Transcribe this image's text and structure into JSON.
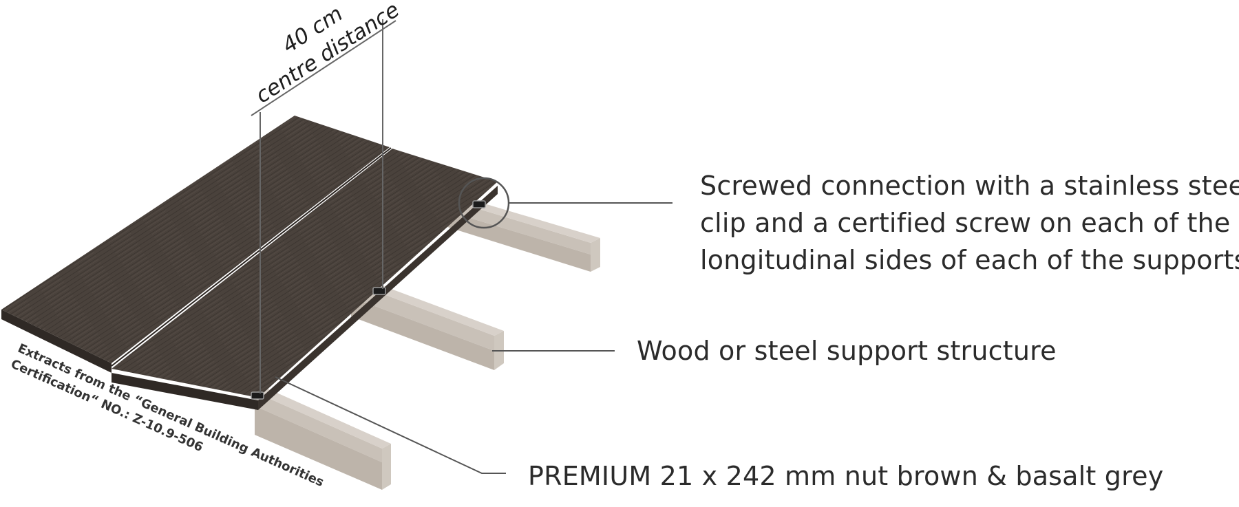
{
  "dimension": {
    "value_label": "40 cm",
    "description_label": "centre distance"
  },
  "callouts": {
    "clip": {
      "lines": [
        "Screwed connection with a stainless steel",
        "clip and a certified screw on each of the",
        "longitudinal sides of each of the supports"
      ]
    },
    "support": {
      "text": "Wood or steel support structure"
    },
    "board": {
      "text": "PREMIUM 21 x 242 mm nut brown & basalt grey"
    }
  },
  "certification": {
    "line1": "Extracts from the “General Building Authorities",
    "line2": "Certification“ NO.: Z-10.9-506"
  },
  "colors": {
    "board_top": "#4a423c",
    "board_edge": "#2f2925",
    "support_top": "#d8d1ca",
    "support_side": "#bdb4aa",
    "support_end": "#c9c1b8",
    "leader": "#555555",
    "text": "#2b2b2b"
  },
  "icons": {
    "clip": "clip-icon",
    "detail": "detail-circle-icon"
  }
}
